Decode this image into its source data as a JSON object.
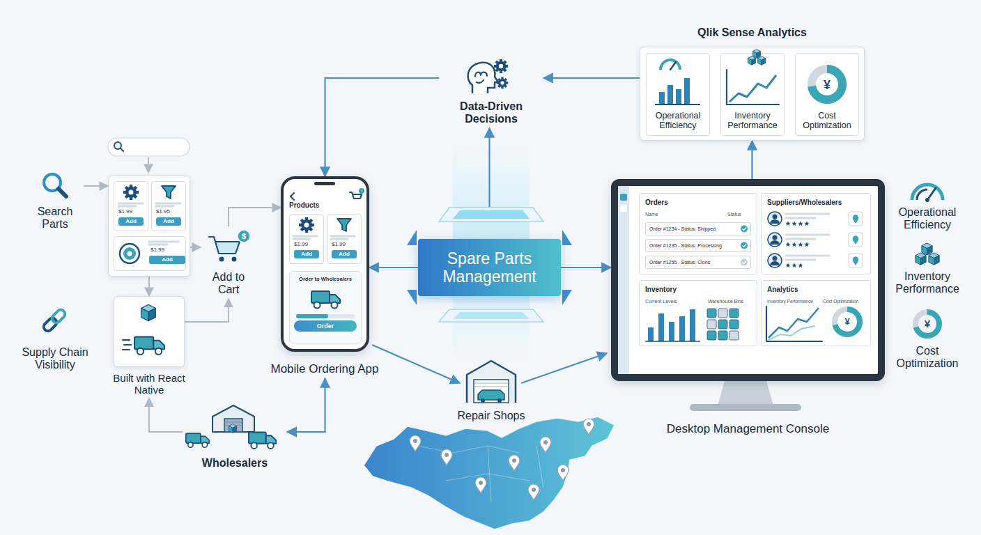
{
  "diagram": {
    "nodes": [
      {
        "text": [
          "Search Parts"
        ]
      },
      {
        "text": []
      },
      {
        "text": [
          "$1.99",
          "Add"
        ],
        "in": 1
      },
      {
        "text": [
          "$1.95",
          "Add"
        ],
        "in": 1
      },
      {
        "text": [
          "$1.99",
          "Add"
        ],
        "in": 1
      },
      {
        "text": [
          "Add to Cart"
        ]
      },
      {
        "text": [
          "Built with React Native"
        ]
      },
      {
        "text": [
          "Wholesalers"
        ]
      },
      {
        "text": [
          "Products",
          "Mobile Ordering App"
        ]
      },
      {
        "text": [
          "$1.99",
          "Add"
        ],
        "in": 8
      },
      {
        "text": [
          "$1.99",
          "Add"
        ],
        "in": 8
      },
      {
        "text": [
          "Order to Wholesalers",
          "Order"
        ],
        "in": 8
      },
      {
        "text": [
          "Data-Driven Decisions"
        ]
      },
      {
        "text": [
          "Spare Parts Management"
        ]
      },
      {
        "text": [
          "Repair Shops"
        ]
      },
      {
        "text": [
          "Qlik Sense Analytics"
        ]
      },
      {
        "text": [
          "Operational Efficiency"
        ],
        "in": 15
      },
      {
        "text": [
          "Inventory Performance"
        ],
        "in": 15
      },
      {
        "text": [
          "¥",
          "Cost Optimization"
        ],
        "in": 15
      },
      {
        "text": [
          "Desktop Management Console"
        ]
      },
      {
        "text": [
          "Orders",
          "Name",
          "Status",
          "Order #1234 - Status: Shipped",
          "Order #1235 - Status: Processing",
          "Order #1255 - Status: Clons"
        ],
        "in": 19
      },
      {
        "text": [
          "Suppliers/Wholesalers"
        ],
        "in": 19
      },
      {
        "text": [
          "Inventory",
          "Current Levels",
          "Warehouse Bins"
        ],
        "in": 19
      },
      {
        "text": [
          "Analytics",
          "Inventory Performance",
          "Cost Optimization",
          "¥"
        ],
        "in": 19
      }
    ],
    "edges": [
      {
        "from": 0,
        "to": 1,
        "arrow": "to"
      },
      {
        "from": 1,
        "to": 6,
        "arrow": "to"
      },
      {
        "from": 1,
        "to": 5,
        "arrow": "to"
      },
      {
        "from": 6,
        "to": 5,
        "arrow": "to"
      },
      {
        "from": 5,
        "to": 8,
        "arrow": "to"
      },
      {
        "from": 7,
        "to": 6,
        "arrow": "to"
      },
      {
        "from": 7,
        "to": 8,
        "arrow": "both"
      },
      {
        "from": 13,
        "to": 8,
        "arrow": "to"
      },
      {
        "from": 13,
        "to": 19,
        "arrow": "to"
      },
      {
        "from": 13,
        "to": 12,
        "arrow": "to"
      },
      {
        "from": 15,
        "to": 12,
        "arrow": "to"
      },
      {
        "from": 12,
        "to": 8,
        "arrow": "to"
      },
      {
        "from": 8,
        "to": 14,
        "arrow": "to"
      },
      {
        "from": 14,
        "to": 19,
        "arrow": "to"
      },
      {
        "from": 19,
        "to": 15,
        "arrow": "to"
      }
    ],
    "labels": [
      "Supply Chain Visibility",
      "$",
      "Operational Efficiency",
      "Inventory Performance",
      "¥",
      "Cost Optimization"
    ]
  }
}
